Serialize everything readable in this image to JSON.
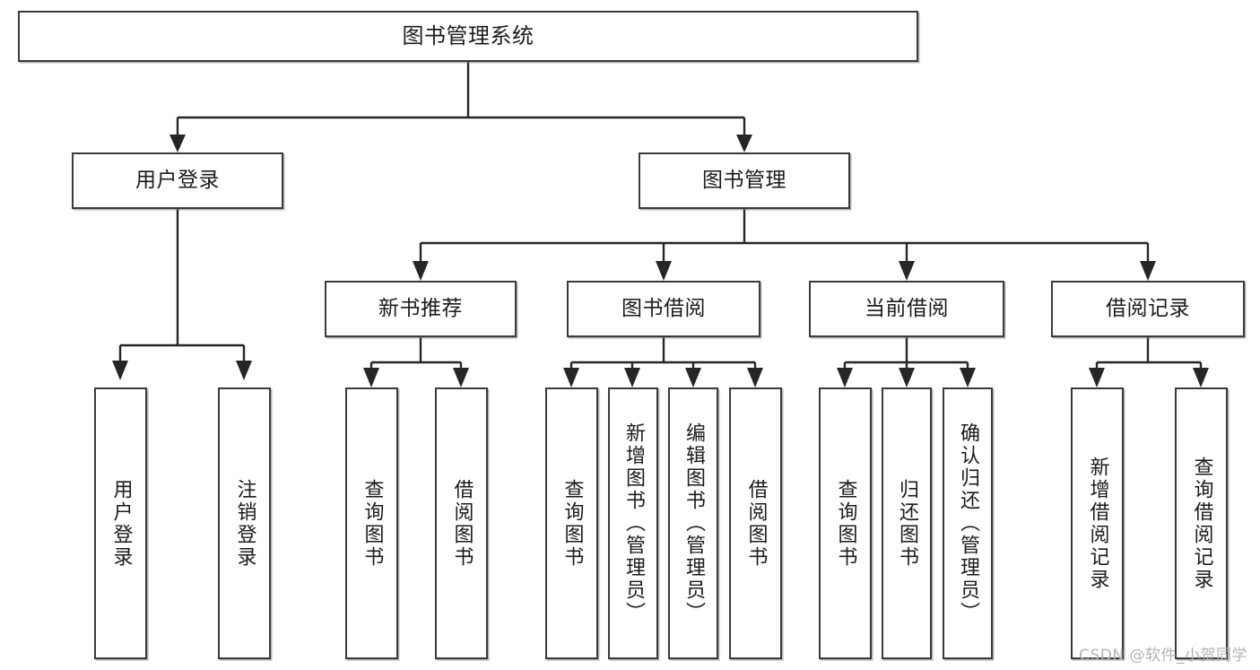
{
  "diagram": {
    "title": "图书管理系统",
    "type": "tree",
    "watermark": "CSDN @软件_小贺同学",
    "colors": {
      "box_border": "#3a3a3a",
      "box_fill": "#ffffff",
      "connector": "#262626",
      "text": "#1b1b1b",
      "watermark": "#b4b4b4"
    },
    "root": {
      "label": "图书管理系统"
    },
    "level2": [
      {
        "id": "user-login",
        "label": "用户登录"
      },
      {
        "id": "book-management",
        "label": "图书管理"
      }
    ],
    "level3": [
      {
        "id": "new-book-recommend",
        "label": "新书推荐"
      },
      {
        "id": "book-borrow",
        "label": "图书借阅"
      },
      {
        "id": "current-borrow",
        "label": "当前借阅"
      },
      {
        "id": "borrow-record",
        "label": "借阅记录"
      }
    ],
    "leaves": {
      "user_login": [
        {
          "id": "leaf-user-login",
          "label": "用户登录"
        },
        {
          "id": "leaf-logout-login",
          "label": "注销登录"
        }
      ],
      "new_book_recommend": [
        {
          "id": "leaf-query-book-1",
          "label": "查询图书"
        },
        {
          "id": "leaf-borrow-book-1",
          "label": "借阅图书"
        }
      ],
      "book_borrow": [
        {
          "id": "leaf-query-book-2",
          "label": "查询图书"
        },
        {
          "id": "leaf-add-book",
          "label": "新增图书（管理员）"
        },
        {
          "id": "leaf-edit-book",
          "label": "编辑图书（管理员）"
        },
        {
          "id": "leaf-borrow-book-2",
          "label": "借阅图书"
        }
      ],
      "current_borrow": [
        {
          "id": "leaf-query-book-3",
          "label": "查询图书"
        },
        {
          "id": "leaf-return-book",
          "label": "归还图书"
        },
        {
          "id": "leaf-confirm-return",
          "label": "确认归还（管理员）"
        }
      ],
      "borrow_record": [
        {
          "id": "leaf-add-record",
          "label": "新增借阅记录"
        },
        {
          "id": "leaf-query-record",
          "label": "查询借阅记录"
        }
      ]
    }
  }
}
